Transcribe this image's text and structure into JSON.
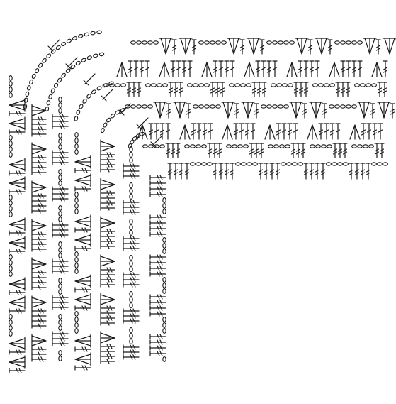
{
  "diagram": {
    "kind": "crochet-corner-chart",
    "ink_color": "#1a1a1a",
    "paper_color": "#ffffff",
    "symbols": {
      "chain": "chain-stitch-oval",
      "double": "double-crochet-stitch",
      "treble": "treble-crochet-stitch",
      "cluster": "stitch-cluster-fan"
    },
    "border_rows": 7,
    "corner": "top-left",
    "inner_area": "empty"
  }
}
